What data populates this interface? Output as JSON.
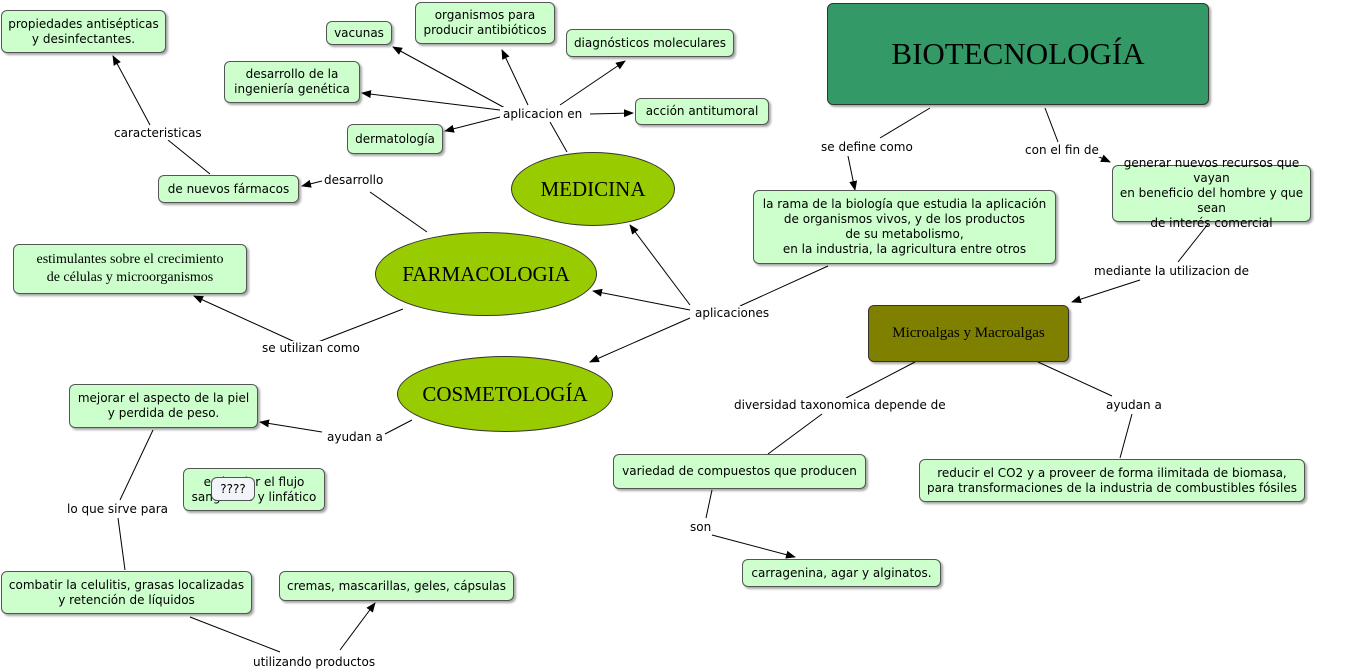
{
  "title": "BIOTECNOLOGÍA",
  "main_areas": {
    "medicina": "MEDICINA",
    "farmacologia": "FARMACOLOGIA",
    "cosmetologia": "COSMETOLOGÍA",
    "algas": "Microalgas y Macroalgas"
  },
  "concepts": {
    "propiedades": "propiedades antisépticas\ny desinfectantes.",
    "vacunas": "vacunas",
    "antibioticos": "organismos para\nproducir antibióticos",
    "diagnosticos": "diagnósticos moleculares",
    "ingenieria": "desarrollo de la\ningeniería genética",
    "antitumoral": "acción antitumoral",
    "dermatologia": "dermatología",
    "farmacos": "de nuevos fármacos",
    "estimulantes": "estimulantes sobre el crecimiento\nde células y microorganismos",
    "definicion": "la rama de la biología que estudia la aplicación\nde organismos vivos, y de los productos\nde su metabolismo,\nen la industria, la agricultura entre otros",
    "recursos": "generar nuevos recursos que vayan\nen beneficio del hombre y que sean\nde interés comercial",
    "piel": "mejorar el aspecto de la piel\ny perdida de peso.",
    "flujo": "estimular el flujo\nsanguíneo y linfático",
    "placeholder": "????",
    "celulitis": "combatir la celulitis, grasas localizadas\ny retención de líquidos",
    "cremas": "cremas, mascarillas, geles, cápsulas",
    "compuestos": "variedad de compuestos que producen",
    "carragenina": "carragenina, agar y alginatos.",
    "co2": "reducir el  CO2  y a proveer de forma ilimitada de biomasa,\npara transformaciones de la industria de combustibles fósiles"
  },
  "links": {
    "caracteristicas": "caracteristicas",
    "aplicacion_en": "aplicacion en",
    "desarrollo": "desarrollo",
    "se_define": "se define como",
    "con_el_fin": "con el fin de",
    "aplicaciones": "aplicaciones",
    "mediante": "mediante la utilizacion de",
    "se_utilizan": "se utilizan como",
    "ayudan_cos": "ayudan a",
    "diversidad": "diversidad taxonomica depende de",
    "ayudan_alg": "ayudan a",
    "sirve_para": "lo que sirve para",
    "son": "son",
    "utilizando": "utilizando productos"
  },
  "colors": {
    "concept_fill": "#ccffcc",
    "ellipse_fill": "#99cc00",
    "title_fill": "#339966",
    "algae_fill": "#808000"
  }
}
